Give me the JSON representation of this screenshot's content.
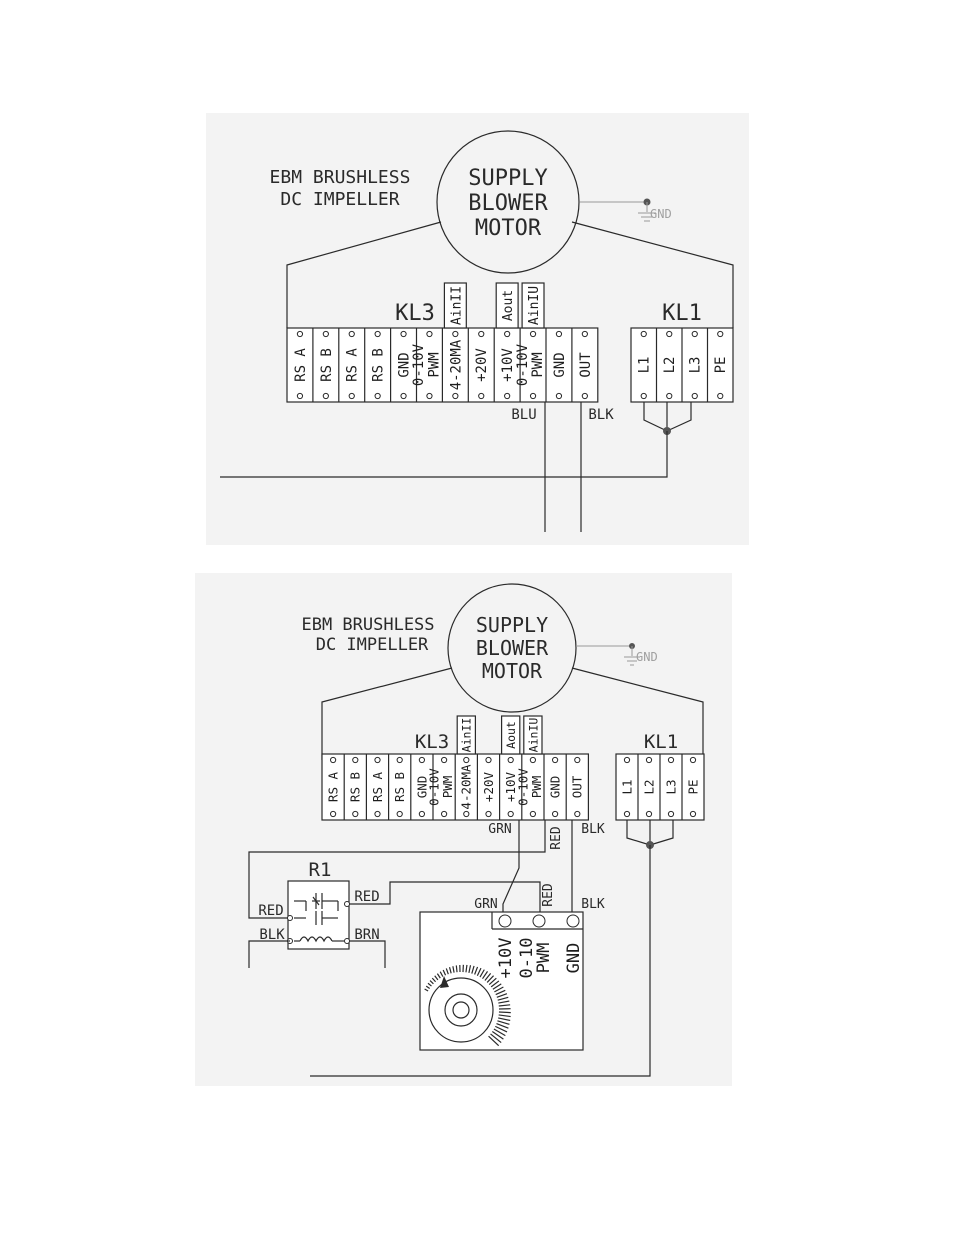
{
  "diagram1": {
    "description_label": [
      "EBM BRUSHLESS",
      "DC IMPELLER"
    ],
    "motor_label": [
      "SUPPLY",
      "BLOWER",
      "MOTOR"
    ],
    "gnd_label": "GND",
    "kl3": {
      "title": "KL3",
      "terminals": [
        [
          "RS A"
        ],
        [
          "RS B"
        ],
        [
          "RS A"
        ],
        [
          "RS B"
        ],
        [
          "GND"
        ],
        [
          "0-10V",
          "PWM"
        ],
        [
          "4-20MA"
        ],
        [
          "+20V"
        ],
        [
          "+10V"
        ],
        [
          "0-10V",
          "PWM"
        ],
        [
          "GND"
        ],
        [
          "OUT"
        ]
      ],
      "top_tags": [
        {
          "index": 6,
          "label": "AinII"
        },
        {
          "index": 8,
          "label": "Aout"
        },
        {
          "index": 9,
          "label": "AinIU"
        }
      ]
    },
    "kl1": {
      "title": "KL1",
      "terminals": [
        [
          "L1"
        ],
        [
          "L2"
        ],
        [
          "L3"
        ],
        [
          "PE"
        ]
      ]
    },
    "wire_labels": {
      "blu": "BLU",
      "blk": "BLK"
    }
  },
  "diagram2": {
    "description_label": [
      "EBM BRUSHLESS",
      "DC IMPELLER"
    ],
    "motor_label": [
      "SUPPLY",
      "BLOWER",
      "MOTOR"
    ],
    "gnd_label": "GND",
    "kl3": {
      "title": "KL3",
      "terminals": [
        [
          "RS A"
        ],
        [
          "RS B"
        ],
        [
          "RS A"
        ],
        [
          "RS B"
        ],
        [
          "GND"
        ],
        [
          "0-10V",
          "PWM"
        ],
        [
          "4-20MA"
        ],
        [
          "+20V"
        ],
        [
          "+10V"
        ],
        [
          "0-10V",
          "PWM"
        ],
        [
          "GND"
        ],
        [
          "OUT"
        ]
      ],
      "top_tags": [
        {
          "index": 6,
          "label": "AinII"
        },
        {
          "index": 8,
          "label": "Aout"
        },
        {
          "index": 9,
          "label": "AinIU"
        }
      ]
    },
    "kl1": {
      "title": "KL1",
      "terminals": [
        [
          "L1"
        ],
        [
          "L2"
        ],
        [
          "L3"
        ],
        [
          "PE"
        ]
      ]
    },
    "wire_labels": {
      "grn": "GRN",
      "red": "RED",
      "blk": "BLK"
    },
    "relay": {
      "title": "R1",
      "labels": {
        "red_left": "RED",
        "red_right": "RED",
        "blk": "BLK",
        "brn": "BRN"
      }
    },
    "potentiometer": {
      "top_labels": {
        "grn": "GRN",
        "red": "RED",
        "blk": "BLK"
      },
      "pins": [
        [
          "+10V"
        ],
        [
          "0-10",
          "PWM"
        ],
        [
          "GND"
        ]
      ]
    }
  }
}
